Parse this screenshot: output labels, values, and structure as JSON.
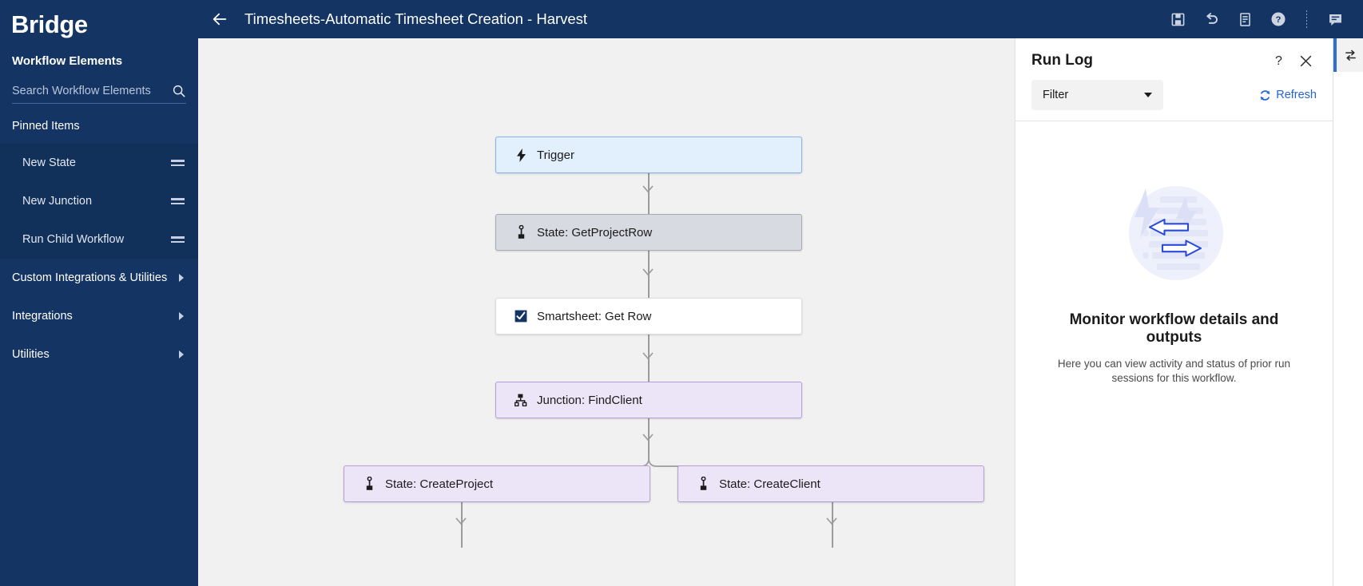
{
  "app": {
    "brand": "Bridge"
  },
  "sidebar": {
    "panel_title": "Workflow Elements",
    "search": {
      "placeholder": "Search Workflow Elements",
      "value": "",
      "icon": "search-icon"
    },
    "pinned_label": "Pinned Items",
    "pinned_items": [
      {
        "label": "New State",
        "icon": "drag-handle-icon"
      },
      {
        "label": "New Junction",
        "icon": "drag-handle-icon"
      },
      {
        "label": "Run Child Workflow",
        "icon": "drag-handle-icon"
      }
    ],
    "nav_items": [
      {
        "label": "Custom Integrations & Utilities",
        "icon": "chevron-right-icon"
      },
      {
        "label": "Integrations",
        "icon": "chevron-right-icon"
      },
      {
        "label": "Utilities",
        "icon": "chevron-right-icon"
      }
    ]
  },
  "topbar": {
    "back_icon": "arrow-left-icon",
    "title": "Timesheets-Automatic Timesheet Creation - Harvest",
    "actions": [
      {
        "icon": "save-icon",
        "name": "save-button"
      },
      {
        "icon": "undo-icon",
        "name": "undo-button"
      },
      {
        "icon": "document-icon",
        "name": "documentation-button"
      },
      {
        "icon": "help-circle-icon",
        "name": "help-button"
      },
      {
        "icon": "comment-icon",
        "name": "comments-button"
      }
    ]
  },
  "canvas": {
    "nodes": [
      {
        "id": "trigger",
        "label": "Trigger",
        "icon": "lightning-bolt-icon",
        "style": "trigger"
      },
      {
        "id": "getprojectrow",
        "label": "State: GetProjectRow",
        "icon": "state-pin-icon",
        "style": "state-gray"
      },
      {
        "id": "getrow",
        "label": "Smartsheet: Get Row",
        "icon": "smartsheet-checkbox-icon",
        "style": "white"
      },
      {
        "id": "findclient",
        "label": "Junction: FindClient",
        "icon": "junction-tree-icon",
        "style": "purple"
      },
      {
        "id": "createproject",
        "label": "State: CreateProject",
        "icon": "state-pin-icon",
        "style": "purple"
      },
      {
        "id": "createclient",
        "label": "State: CreateClient",
        "icon": "state-pin-icon",
        "style": "purple"
      }
    ]
  },
  "runlog": {
    "title": "Run Log",
    "help_icon": "question-mark-icon",
    "close_icon": "close-icon",
    "filter": {
      "label": "Filter",
      "caret_icon": "chevron-down-icon"
    },
    "refresh": {
      "label": "Refresh",
      "icon": "refresh-icon"
    },
    "empty": {
      "illustration": "run-log-empty-illustration",
      "title": "Monitor workflow details and outputs",
      "subtitle": "Here you can view activity and status of prior run sessions for this workflow."
    }
  },
  "right_rail": {
    "toggle_icon": "swap-arrows-icon"
  },
  "colors": {
    "brand_navy": "#143563",
    "sidebar_group": "#11305a",
    "canvas_bg": "#f1f1f1",
    "accent_blue": "#2563d9",
    "rail_accent": "#2f6fd0",
    "node_trigger_bg": "#e2effc",
    "node_trigger_border": "#8ab4e8",
    "node_state_bg": "#d7dae0",
    "node_purple_bg": "#ece4f7",
    "node_purple_border": "#b49fd6",
    "edge_gray": "#9b9b9b"
  }
}
